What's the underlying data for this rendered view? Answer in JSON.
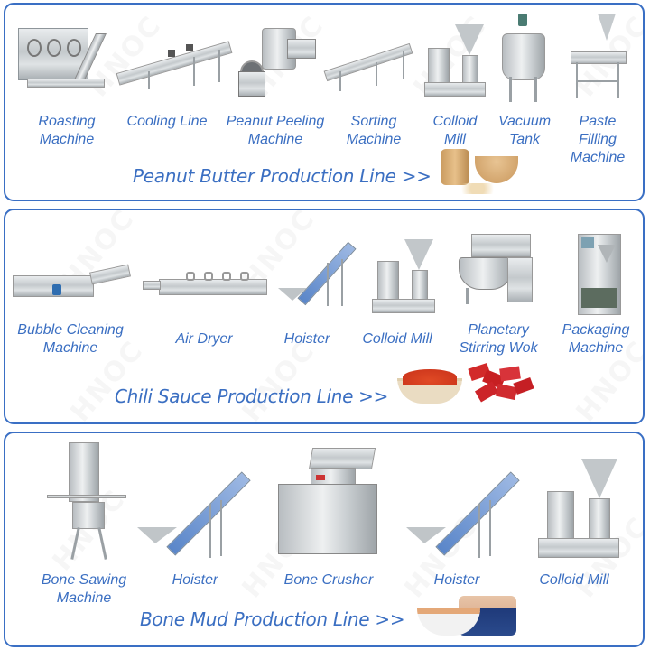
{
  "watermark": "HNOC",
  "accent_color": "#3b6fc2",
  "border_color": "#3a6fc4",
  "panels": [
    {
      "title": "Peanut Butter Production Line >>",
      "product_image": "peanut-butter-jar-and-bowl",
      "machines": [
        {
          "label": "Roasting\nMachine",
          "icon": "roasting-machine"
        },
        {
          "label": "Cooling Line",
          "icon": "cooling-line"
        },
        {
          "label": "Peanut Peeling\nMachine",
          "icon": "peanut-peeling-machine"
        },
        {
          "label": "Sorting\nMachine",
          "icon": "sorting-machine"
        },
        {
          "label": "Colloid\nMill",
          "icon": "colloid-mill"
        },
        {
          "label": "Vacuum\nTank",
          "icon": "vacuum-tank"
        },
        {
          "label": "Paste\nFilling\nMachine",
          "icon": "paste-filling-machine"
        }
      ]
    },
    {
      "title": "Chili Sauce Production Line >>",
      "product_image": "chili-sauce-bowl-and-sachets",
      "machines": [
        {
          "label": "Bubble Cleaning\nMachine",
          "icon": "bubble-cleaning-machine"
        },
        {
          "label": "Air Dryer",
          "icon": "air-dryer"
        },
        {
          "label": "Hoister",
          "icon": "hoister"
        },
        {
          "label": "Colloid Mill",
          "icon": "colloid-mill"
        },
        {
          "label": "Planetary\nStirring Wok",
          "icon": "planetary-stirring-wok"
        },
        {
          "label": "Packaging\nMachine",
          "icon": "packaging-machine"
        }
      ]
    },
    {
      "title": "Bone Mud Production Line >>",
      "product_image": "bone-mud-bowl-and-can",
      "machines": [
        {
          "label": "Bone Sawing\nMachine",
          "icon": "bone-sawing-machine"
        },
        {
          "label": "Hoister",
          "icon": "hoister"
        },
        {
          "label": "Bone Crusher",
          "icon": "bone-crusher"
        },
        {
          "label": "Hoister",
          "icon": "hoister"
        },
        {
          "label": "Colloid Mill",
          "icon": "colloid-mill"
        }
      ]
    }
  ]
}
